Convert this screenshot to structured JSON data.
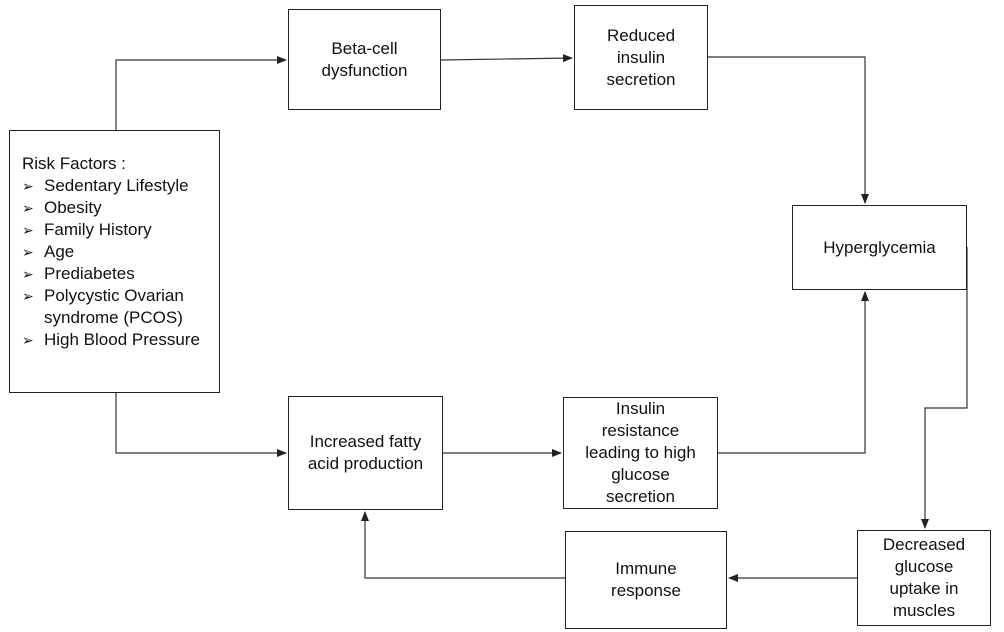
{
  "risk_factors": {
    "heading": "Risk Factors :",
    "items": [
      "Sedentary Lifestyle",
      "Obesity",
      "Family History",
      "Age",
      "Prediabetes",
      "Polycystic Ovarian syndrome (PCOS)",
      "High Blood Pressure"
    ]
  },
  "nodes": {
    "beta_cell": "Beta-cell dysfunction",
    "reduced_insulin": "Reduced insulin secretion",
    "hyperglycemia": "Hyperglycemia",
    "fatty_acid": "Increased fatty acid production",
    "insulin_resistance": "Insulin resistance leading to high glucose secretion",
    "immune_response": "Immune response",
    "decreased_uptake": "Decreased glucose uptake in muscles"
  },
  "edges": [
    {
      "from": "risk_factors",
      "to": "beta_cell"
    },
    {
      "from": "risk_factors",
      "to": "fatty_acid"
    },
    {
      "from": "beta_cell",
      "to": "reduced_insulin"
    },
    {
      "from": "reduced_insulin",
      "to": "hyperglycemia"
    },
    {
      "from": "fatty_acid",
      "to": "insulin_resistance"
    },
    {
      "from": "insulin_resistance",
      "to": "hyperglycemia"
    },
    {
      "from": "hyperglycemia",
      "to": "decreased_uptake"
    },
    {
      "from": "decreased_uptake",
      "to": "immune_response"
    },
    {
      "from": "immune_response",
      "to": "fatty_acid"
    }
  ]
}
